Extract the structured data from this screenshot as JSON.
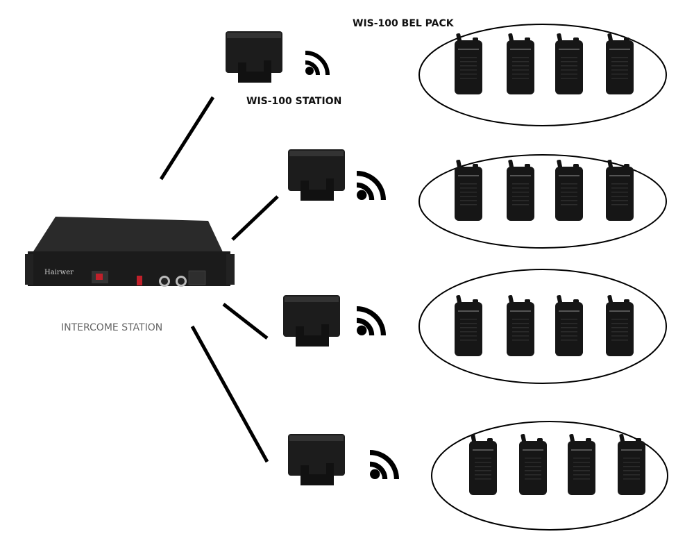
{
  "labels": {
    "intercom": "INTERCOME STATION",
    "station": "WIS-100 STATION",
    "belpack": "WIS-100 BEL PACK"
  },
  "device_brand": "Hairwer",
  "groups": [
    {
      "station": "WIS-100 STATION",
      "belpacks": 4
    },
    {
      "station": "WIS-100 STATION",
      "belpacks": 4
    },
    {
      "station": "WIS-100 STATION",
      "belpacks": 4
    },
    {
      "station": "WIS-100 STATION",
      "belpacks": 4
    }
  ],
  "colors": {
    "device": "#1a1a1a",
    "line": "#000000",
    "label_gray": "#666666",
    "power_button": "#c0202a"
  }
}
